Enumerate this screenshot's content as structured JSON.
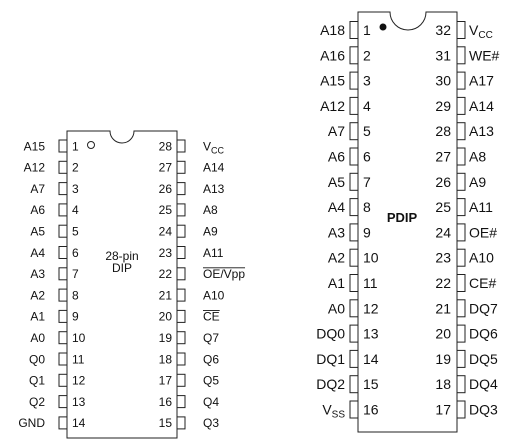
{
  "chip28": {
    "label_line1": "28-pin",
    "label_line2": "DIP",
    "left_pins": [
      {
        "num": "1",
        "name": "A15"
      },
      {
        "num": "2",
        "name": "A12"
      },
      {
        "num": "3",
        "name": "A7"
      },
      {
        "num": "4",
        "name": "A6"
      },
      {
        "num": "5",
        "name": "A5"
      },
      {
        "num": "6",
        "name": "A4"
      },
      {
        "num": "7",
        "name": "A3"
      },
      {
        "num": "8",
        "name": "A2"
      },
      {
        "num": "9",
        "name": "A1"
      },
      {
        "num": "10",
        "name": "A0"
      },
      {
        "num": "11",
        "name": "Q0"
      },
      {
        "num": "12",
        "name": "Q1"
      },
      {
        "num": "13",
        "name": "Q2"
      },
      {
        "num": "14",
        "name": "GND"
      }
    ],
    "right_pins": [
      {
        "num": "28",
        "name": "Vcc",
        "main": "V",
        "sub": "CC",
        "overline": false
      },
      {
        "num": "27",
        "name": "A14",
        "overline": false
      },
      {
        "num": "26",
        "name": "A13",
        "overline": false
      },
      {
        "num": "25",
        "name": "A8",
        "overline": false
      },
      {
        "num": "24",
        "name": "A9",
        "overline": false
      },
      {
        "num": "23",
        "name": "A11",
        "overline": false
      },
      {
        "num": "22",
        "name": "OE/Vpp",
        "overline": true
      },
      {
        "num": "21",
        "name": "A10",
        "overline": false
      },
      {
        "num": "20",
        "name": "CE",
        "overline": true
      },
      {
        "num": "19",
        "name": "Q7",
        "overline": false
      },
      {
        "num": "18",
        "name": "Q6",
        "overline": false
      },
      {
        "num": "17",
        "name": "Q5",
        "overline": false
      },
      {
        "num": "16",
        "name": "Q4",
        "overline": false
      },
      {
        "num": "15",
        "name": "Q3",
        "overline": false
      }
    ]
  },
  "chip32": {
    "label": "PDIP",
    "left_pins": [
      {
        "num": "1",
        "name": "A18"
      },
      {
        "num": "2",
        "name": "A16"
      },
      {
        "num": "3",
        "name": "A15"
      },
      {
        "num": "4",
        "name": "A12"
      },
      {
        "num": "5",
        "name": "A7"
      },
      {
        "num": "6",
        "name": "A6"
      },
      {
        "num": "7",
        "name": "A5"
      },
      {
        "num": "8",
        "name": "A4"
      },
      {
        "num": "9",
        "name": "A3"
      },
      {
        "num": "10",
        "name": "A2"
      },
      {
        "num": "11",
        "name": "A1"
      },
      {
        "num": "12",
        "name": "A0"
      },
      {
        "num": "13",
        "name": "DQ0"
      },
      {
        "num": "14",
        "name": "DQ1"
      },
      {
        "num": "15",
        "name": "DQ2"
      },
      {
        "num": "16",
        "name": "Vss",
        "main": "V",
        "sub": "SS"
      }
    ],
    "right_pins": [
      {
        "num": "32",
        "name": "Vcc",
        "main": "V",
        "sub": "CC"
      },
      {
        "num": "31",
        "name": "WE#"
      },
      {
        "num": "30",
        "name": "A17"
      },
      {
        "num": "29",
        "name": "A14"
      },
      {
        "num": "28",
        "name": "A13"
      },
      {
        "num": "27",
        "name": "A8"
      },
      {
        "num": "26",
        "name": "A9"
      },
      {
        "num": "25",
        "name": "A11"
      },
      {
        "num": "24",
        "name": "OE#"
      },
      {
        "num": "23",
        "name": "A10"
      },
      {
        "num": "22",
        "name": "CE#"
      },
      {
        "num": "21",
        "name": "DQ7"
      },
      {
        "num": "20",
        "name": "DQ6"
      },
      {
        "num": "19",
        "name": "DQ5"
      },
      {
        "num": "18",
        "name": "DQ4"
      },
      {
        "num": "17",
        "name": "DQ3"
      }
    ]
  }
}
